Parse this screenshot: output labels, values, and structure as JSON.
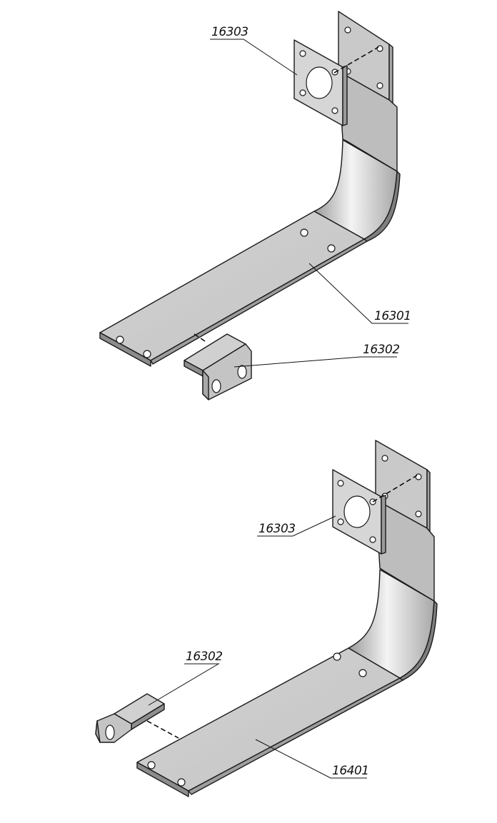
{
  "assemblies": [
    {
      "labels": {
        "flange": "16303",
        "bracket": "16301",
        "clip": "16302"
      }
    },
    {
      "labels": {
        "flange": "16303",
        "clip": "16302",
        "bracket": "16401"
      }
    }
  ],
  "colors": {
    "metal_light": "#d9d9d9",
    "metal_mid": "#bdbdbd",
    "metal_dark": "#8f8f8f",
    "line": "#1a1a1a"
  }
}
